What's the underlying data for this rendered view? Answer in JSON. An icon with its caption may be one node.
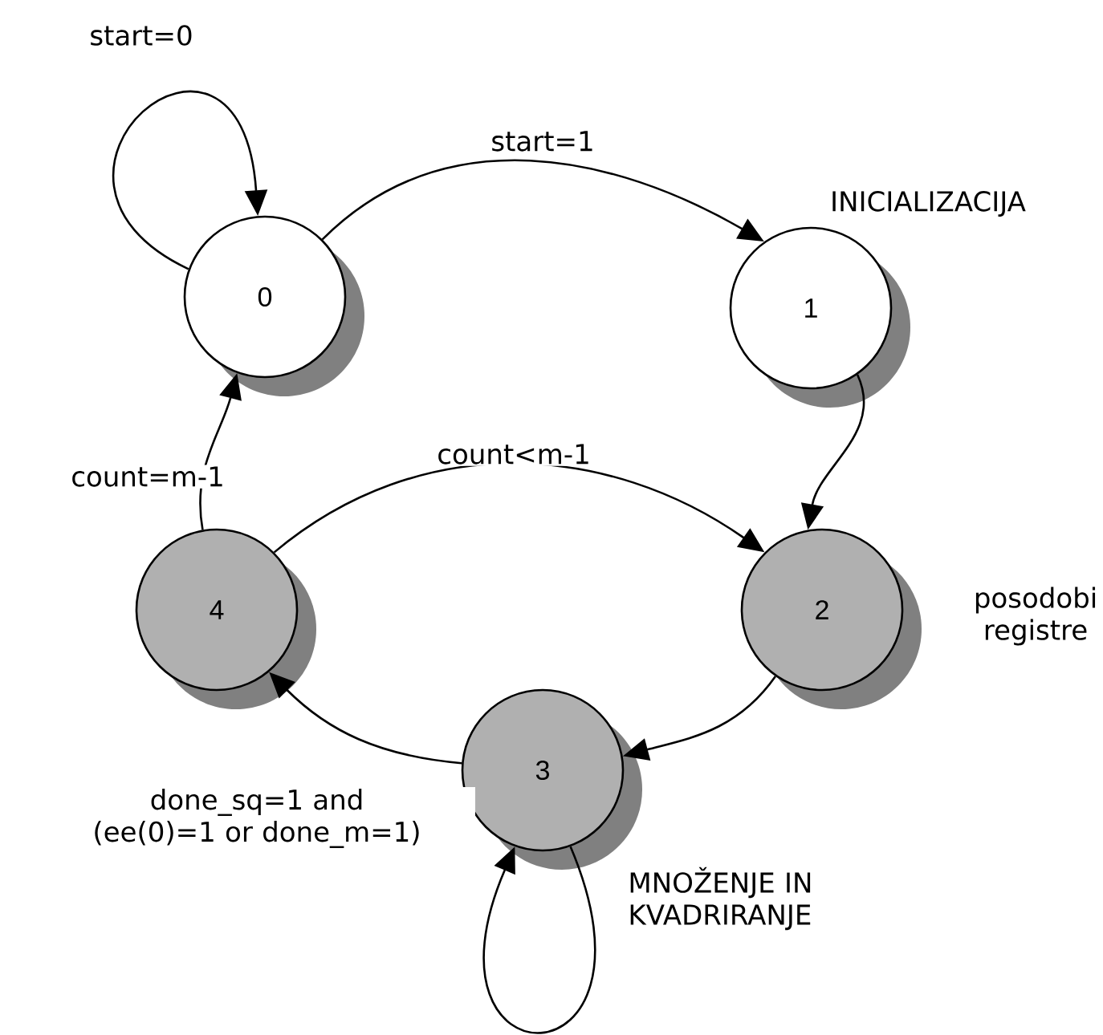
{
  "diagram": {
    "nodes": [
      {
        "text": [
          "0"
        ]
      },
      {
        "text": [
          "1"
        ],
        "beside": [
          "INICIALIZACIJA"
        ]
      },
      {
        "text": [
          "2"
        ],
        "beside": [
          "posodobi registre"
        ]
      },
      {
        "text": [
          "3"
        ],
        "beside": [
          "MNOŽENJE IN KVADRIRANJE"
        ]
      },
      {
        "text": [
          "4"
        ]
      }
    ],
    "edges": [
      {
        "from": 0,
        "to": 0,
        "arrow": "to",
        "label": "start=0"
      },
      {
        "from": 0,
        "to": 1,
        "arrow": "to",
        "label": "start=1"
      },
      {
        "from": 1,
        "to": 2,
        "arrow": "to"
      },
      {
        "from": 2,
        "to": 3,
        "arrow": "to"
      },
      {
        "from": 3,
        "to": 4,
        "arrow": "to",
        "label": "done_sq=1 and (ee(0)=1 or done_m=1)"
      },
      {
        "from": 4,
        "to": 0,
        "arrow": "to",
        "label": "count=m-1"
      },
      {
        "from": 4,
        "to": 2,
        "arrow": "to",
        "label": "count<m-1"
      },
      {
        "from": 3,
        "to": 3,
        "arrow": "to"
      }
    ]
  }
}
